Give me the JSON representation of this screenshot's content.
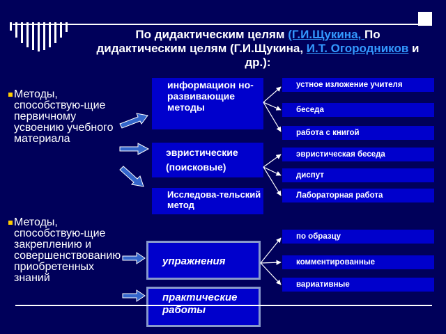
{
  "title": {
    "part1": "По дидактическим целям ",
    "link1": "(Г.И.Щукина, ",
    "part2": "По дидактическим целям (Г.И.Щукина, ",
    "link2": "И.Т. Огородников",
    "part3": " и др.):"
  },
  "groups": [
    {
      "text": "Методы, способствую-щие первичному усвоению учебного материала"
    },
    {
      "text": "Методы, способствую-щие закреплению и совершенствованию приобретенных знаний"
    }
  ],
  "methods": [
    {
      "label": "информацион но-развивающие методы"
    },
    {
      "label": "эвристические (поисковые)"
    },
    {
      "label": "Исследова-тельский метод"
    },
    {
      "label": "упражнения"
    },
    {
      "label": "практические работы"
    }
  ],
  "results": [
    "устное изложение учителя",
    "беседа",
    "работа с книгой",
    "эвристическая беседа",
    "диспут",
    "Лабораторная работа",
    "по образцу",
    "комментированные",
    "вариативные"
  ],
  "colors": {
    "background": "#00005a",
    "box": "#0000cc",
    "bullet": "#ffcc00",
    "link": "#3399ff",
    "arrow": "#3366cc"
  }
}
